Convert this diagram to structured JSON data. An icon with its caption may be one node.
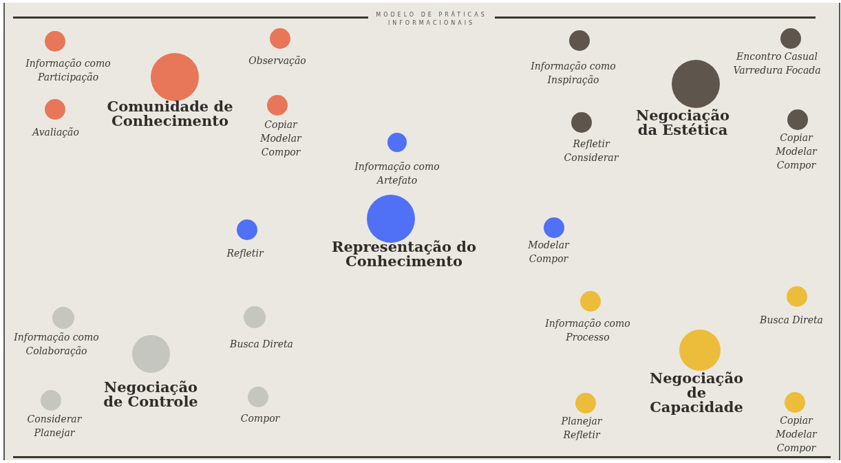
{
  "diagram": {
    "title": "MODELO DE PRÁTICAS INFORMACIONAIS",
    "nodes": [
      {
        "text": [],
        "shape": "circle",
        "beside": [
          "Comunidade de Conhecimento"
        ]
      },
      {
        "text": [],
        "shape": "circle",
        "beside": [
          "Informação como Participação"
        ]
      },
      {
        "text": [],
        "shape": "circle",
        "beside": [
          "Observação"
        ]
      },
      {
        "text": [],
        "shape": "circle",
        "beside": [
          "Avaliação"
        ]
      },
      {
        "text": [],
        "shape": "circle",
        "beside": [
          "Copiar Modelar Compor"
        ]
      },
      {
        "text": [],
        "shape": "circle",
        "beside": [
          "Negociação da Estética"
        ]
      },
      {
        "text": [],
        "shape": "circle",
        "beside": [
          "Informação como Inspiração"
        ]
      },
      {
        "text": [],
        "shape": "circle",
        "beside": [
          "Encontro Casual Varredura Focada"
        ]
      },
      {
        "text": [],
        "shape": "circle",
        "beside": [
          "Refletir Considerar"
        ]
      },
      {
        "text": [],
        "shape": "circle",
        "beside": [
          "Copiar Modelar Compor"
        ]
      },
      {
        "text": [],
        "shape": "circle",
        "beside": [
          "Representação do Conhecimento"
        ]
      },
      {
        "text": [],
        "shape": "circle",
        "beside": [
          "Informação como Artefato"
        ]
      },
      {
        "text": [],
        "shape": "circle",
        "beside": [
          "Refletir"
        ]
      },
      {
        "text": [],
        "shape": "circle",
        "beside": [
          "Modelar Compor"
        ]
      },
      {
        "text": [],
        "shape": "circle",
        "beside": [
          "Negociação de Controle"
        ]
      },
      {
        "text": [],
        "shape": "circle",
        "beside": [
          "Informação como Colaboração"
        ]
      },
      {
        "text": [],
        "shape": "circle",
        "beside": [
          "Busca Direta"
        ]
      },
      {
        "text": [],
        "shape": "circle",
        "beside": [
          "Considerar Planejar"
        ]
      },
      {
        "text": [],
        "shape": "circle",
        "beside": [
          "Compor"
        ]
      },
      {
        "text": [],
        "shape": "circle",
        "beside": [
          "Negociação de Capacidade"
        ]
      },
      {
        "text": [],
        "shape": "circle",
        "beside": [
          "Informação como Processo"
        ]
      },
      {
        "text": [],
        "shape": "circle",
        "beside": [
          "Busca Direta"
        ]
      },
      {
        "text": [],
        "shape": "circle",
        "beside": [
          "Planejar Refletir"
        ]
      },
      {
        "text": [],
        "shape": "circle",
        "beside": [
          "Copiar Modelar Compor"
        ]
      }
    ]
  }
}
